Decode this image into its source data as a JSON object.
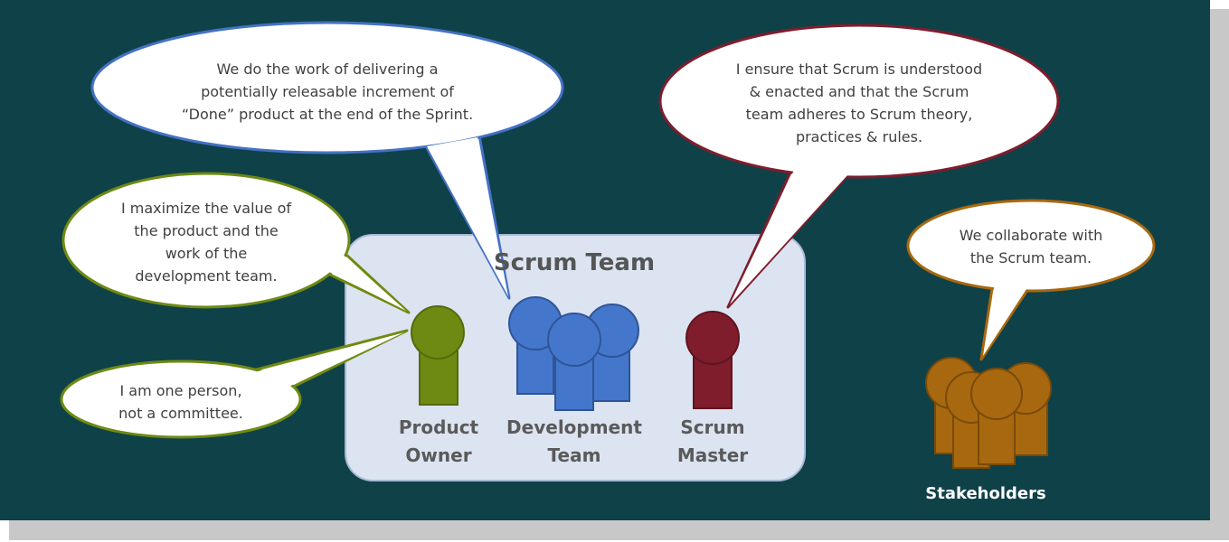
{
  "colors": {
    "background": "#0f4149",
    "team_box": "#dce3f1",
    "product_owner": "#6f8a12",
    "development_team": "#4477cc",
    "scrum_master": "#7f1d2c",
    "stakeholders": "#a8680f"
  },
  "diagram": {
    "team_title": "Scrum Team",
    "roles": {
      "product_owner": [
        "Product",
        "Owner"
      ],
      "development_team": [
        "Development",
        "Team"
      ],
      "scrum_master": [
        "Scrum",
        "Master"
      ],
      "stakeholders": "Stakeholders"
    },
    "bubbles": {
      "development_team": [
        "We do the work of delivering a",
        "potentially releasable increment of",
        "“Done” product at the end of the Sprint."
      ],
      "scrum_master": [
        "I ensure that Scrum is understood",
        "& enacted and that the Scrum",
        "team adheres to Scrum theory,",
        "practices & rules."
      ],
      "product_owner_value": [
        "I maximize the value of",
        "the product and the",
        "work of the",
        "development team."
      ],
      "product_owner_person": [
        "I am one person,",
        "not a committee."
      ],
      "stakeholders": [
        "We collaborate with",
        "the Scrum team."
      ]
    }
  }
}
